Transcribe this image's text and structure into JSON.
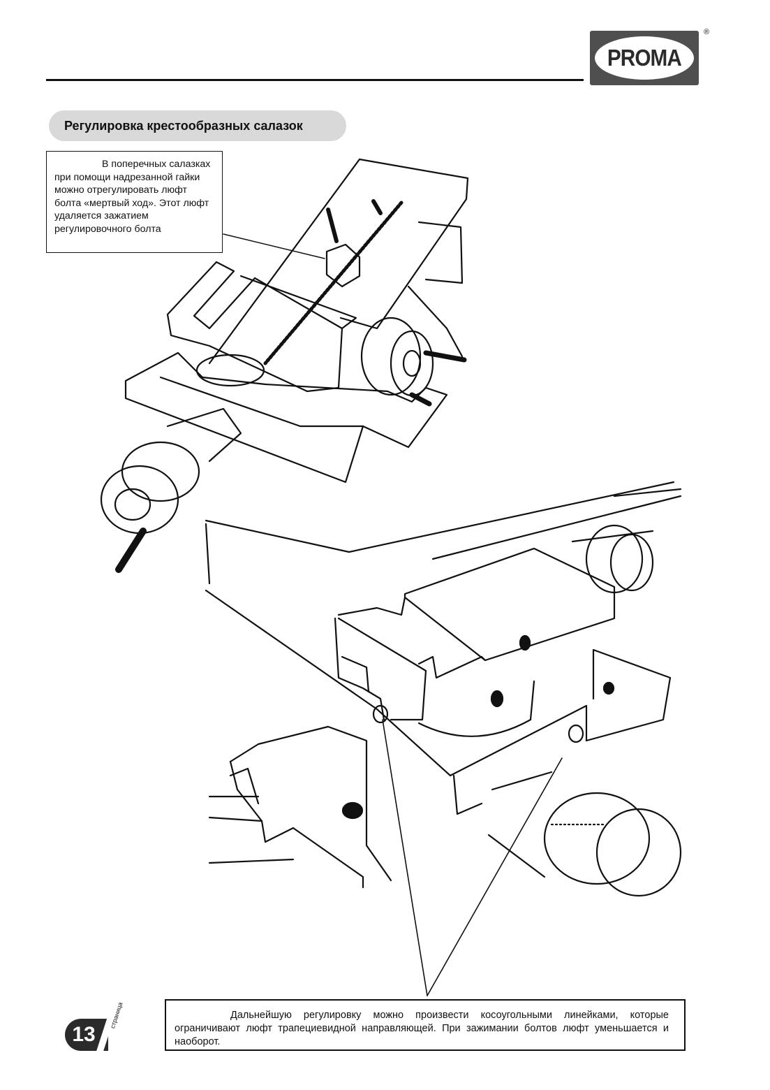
{
  "brand": {
    "logo_text": "PROMA",
    "registered_mark": "®"
  },
  "section": {
    "title": "Регулировка крестообразных салазок"
  },
  "notes": {
    "cross_slide": "В поперечных салазках при помощи надрезанной гайки можно отрегулировать люфт болта «мертвый ход». Этот люфт удаляется зажатием регулировочного болта",
    "gibs": "Дальнейшую регулировку можно произвести косоугольными линейками, которые ограничивают люфт трапециевидной направляющей. При зажимании болтов люфт уменьшается и наоборот."
  },
  "page": {
    "number": "13",
    "label": "страница"
  },
  "illustrations": [
    {
      "icon": "cross-slide-assembly-drawing"
    },
    {
      "icon": "compound-slide-gib-drawing"
    }
  ]
}
